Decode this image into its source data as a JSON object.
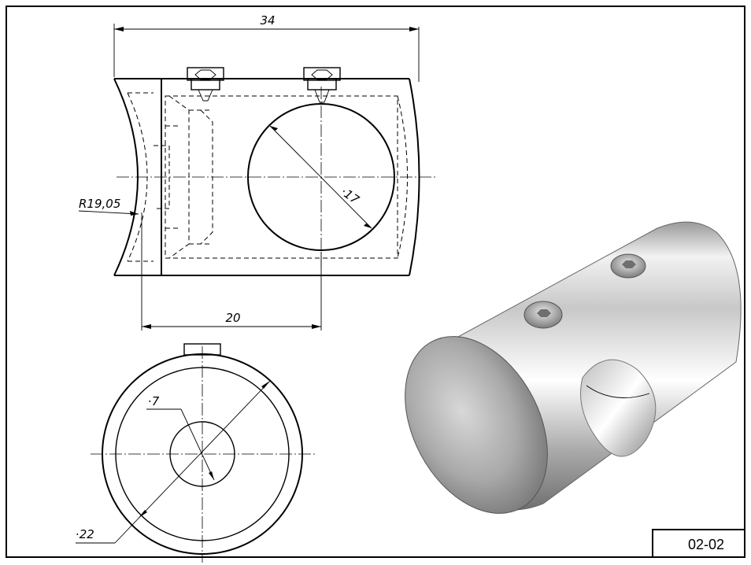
{
  "drawing": {
    "dimensions": {
      "overall_length": "34",
      "bore_offset": "20",
      "saddle_radius": "R19,05",
      "cross_hole_diameter": "⋅17",
      "center_hole_diameter": "⋅7",
      "outer_diameter": "⋅22"
    },
    "stamp": "02-02"
  },
  "colors": {
    "line": "#000000",
    "paper": "#ffffff",
    "metal_light": "#f4f4f4",
    "metal_mid": "#b9b9b9",
    "metal_dark": "#6e6e6e"
  }
}
